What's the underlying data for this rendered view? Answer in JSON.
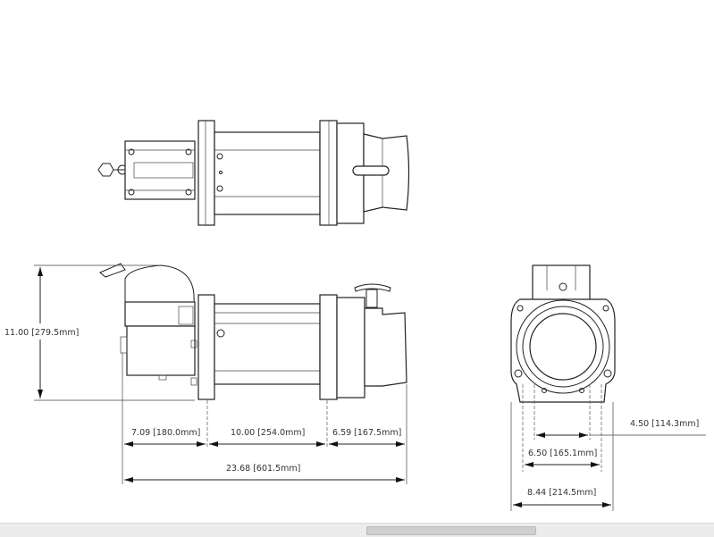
{
  "dimensions": {
    "height": "11.00 [279.5mm]",
    "motor_length": "7.09 [180.0mm]",
    "drum_length": "10.00 [254.0mm]",
    "gearbox_length": "6.59 [167.5mm]",
    "overall_length": "23.68 [601.5mm]",
    "bolt_spacing_inner": "4.50 [114.3mm]",
    "bolt_spacing_outer": "6.50 [165.1mm]",
    "overall_width": "8.44 [214.5mm]"
  },
  "scrollbar": {
    "orientation": "horizontal"
  }
}
